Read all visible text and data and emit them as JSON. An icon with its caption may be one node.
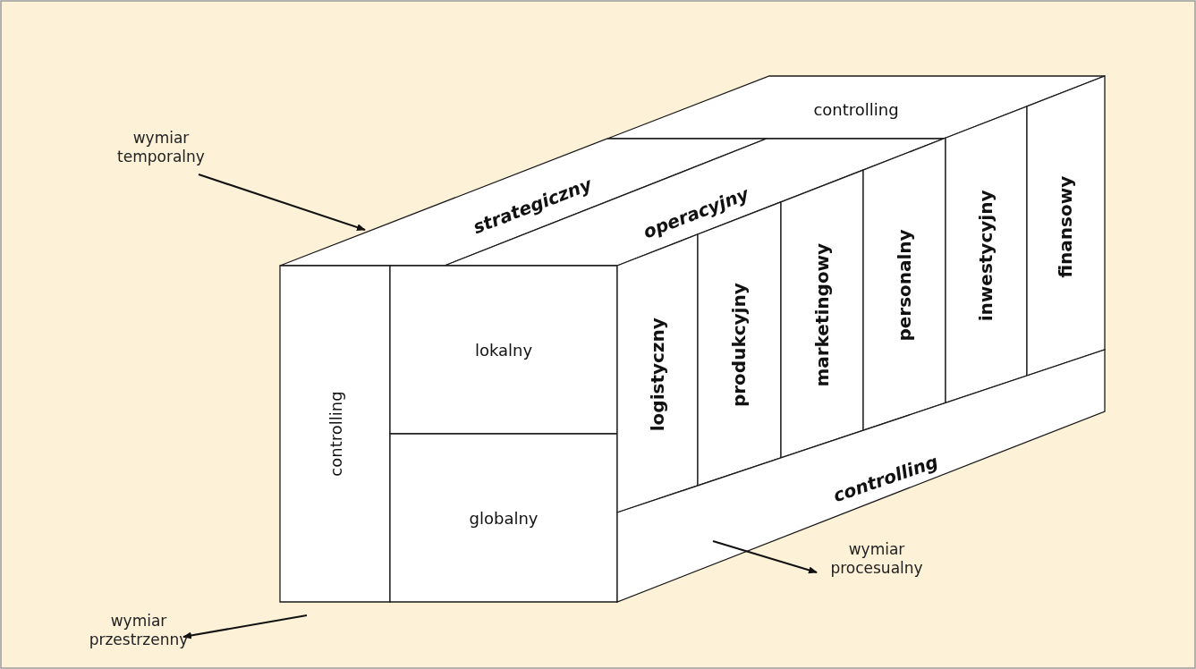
{
  "diagram": {
    "nodes": [
      {
        "text": [
          "controlling"
        ]
      },
      {
        "text": [
          "strategiczny"
        ]
      },
      {
        "text": [
          "operacyjny"
        ]
      },
      {
        "text": [
          "controlling"
        ]
      },
      {
        "text": [
          "lokalny"
        ]
      },
      {
        "text": [
          "globalny"
        ]
      },
      {
        "text": [
          "logistyczny"
        ]
      },
      {
        "text": [
          "produkcyjny"
        ]
      },
      {
        "text": [
          "marketingowy"
        ]
      },
      {
        "text": [
          "personalny"
        ]
      },
      {
        "text": [
          "inwestycyjny"
        ]
      },
      {
        "text": [
          "finansowy"
        ]
      },
      {
        "text": [
          "controlling"
        ]
      }
    ],
    "edges": [],
    "labels": [
      "wymiar temporalny",
      "wymiar procesualny",
      "wymiar przestrzenny"
    ]
  }
}
